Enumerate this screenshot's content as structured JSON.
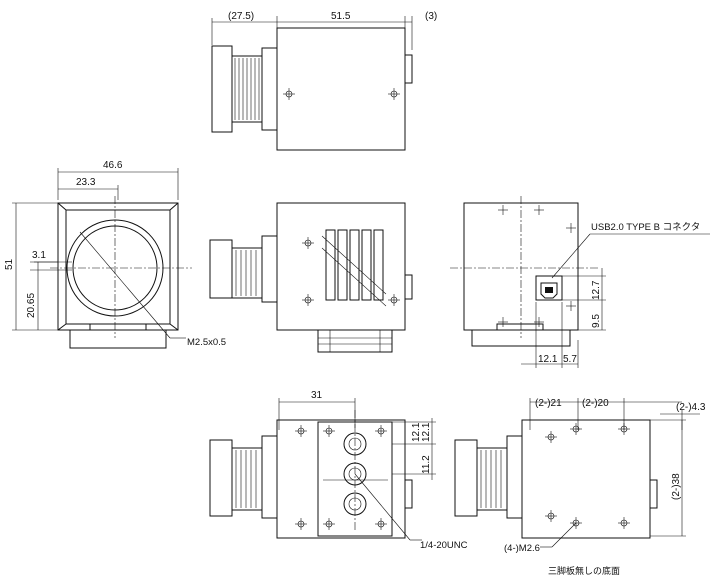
{
  "drawing": {
    "top_view": {
      "dim_lens": "(27.5)",
      "dim_body": "51.5",
      "dim_rear": "(3)"
    },
    "front_view": {
      "dim_width": "46.6",
      "dim_half": "23.3",
      "dim_height": "51",
      "dim_offset": "3.1",
      "dim_center_height": "20.65",
      "label_screw": "M2.5x0.5"
    },
    "rear_view": {
      "label_connector": "USB2.0 TYPE B コネクタ",
      "dim_conn_height": "12.7",
      "dim_conn_offset": "9.5",
      "dim_conn_x": "12.1",
      "dim_conn_width": "5.7"
    },
    "bottom_view": {
      "dim_width": "31",
      "dim_pitch_a": "12.1",
      "dim_pitch_b": "12.1",
      "dim_pitch_c": "11.2",
      "label_tripod": "1/4-20UNC"
    },
    "bottom_view_2": {
      "dim_a": "(2-)21",
      "dim_b": "(2-)20",
      "dim_c": "(2-)4.3",
      "dim_d": "(2-)38",
      "label_screws": "(4-)M2.6",
      "caption": "三脚板無しの底面"
    }
  }
}
